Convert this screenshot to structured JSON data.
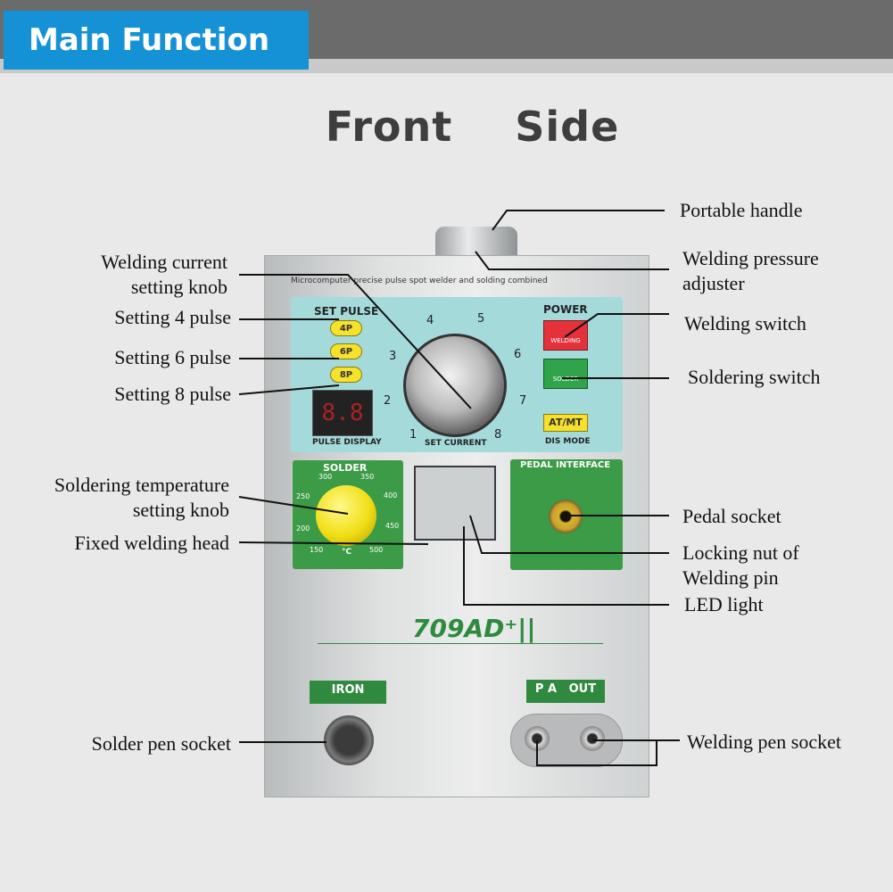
{
  "header": {
    "badge": "Main Function",
    "title": "Front  Side"
  },
  "device": {
    "subtitle": "Microcomputer precise pulse spot welder and solding combined",
    "set_pulse": "SET PULSE",
    "pulse_buttons": [
      "4P",
      "6P",
      "8P"
    ],
    "pulse_display_value": "8.8",
    "pulse_display": "PULSE DISPLAY",
    "current_ticks": [
      "1",
      "2",
      "3",
      "4",
      "5",
      "6",
      "7",
      "8"
    ],
    "set_current": "SET CURRENT",
    "power": "POWER",
    "welding_btn": "WELDING",
    "solder_btn": "SOLDER",
    "atmt": "AT/MT",
    "dis_mode": "DIS MODE",
    "solder": "SOLDER",
    "temp_ticks": [
      "250",
      "300",
      "350",
      "400",
      "450",
      "500",
      "200",
      "150"
    ],
    "temp_unit": "°C",
    "pedal": "PEDAL INTERFACE",
    "brand": "709AD⁺||",
    "iron": "IRON",
    "paout": "P A   OUT"
  },
  "labels": {
    "portable_handle": "Portable handle",
    "pressure_adjuster": "Welding pressure\nadjuster",
    "welding_switch": "Welding switch",
    "soldering_switch": "Soldering switch",
    "current_knob": "Welding current\nsetting knob",
    "pulse4": "Setting 4 pulse",
    "pulse6": "Setting 6 pulse",
    "pulse8": "Setting 8 pulse",
    "temp_knob": "Soldering temperature\nsetting knob",
    "fixed_head": "Fixed welding head",
    "pedal_socket": "Pedal socket",
    "locking_nut": "Locking nut of\nWelding pin",
    "led_light": "LED light",
    "solder_pen": "Solder pen socket",
    "welding_pen": "Welding pen socket"
  },
  "colors": {
    "accent": "#1591d6",
    "panel": "#a5dadb",
    "green": "#3c9b46",
    "yellow": "#f6e12c"
  }
}
